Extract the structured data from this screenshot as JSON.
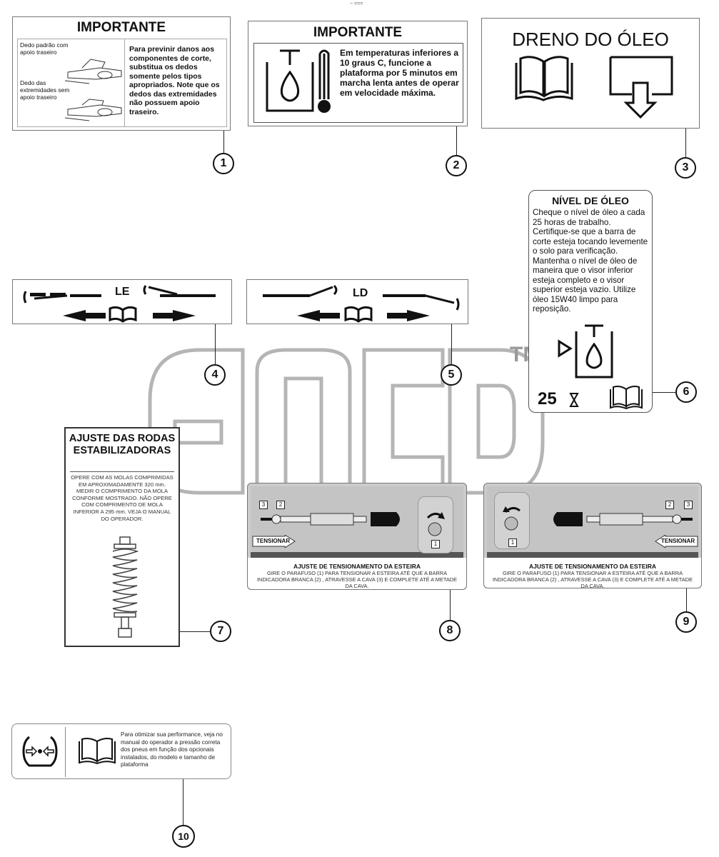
{
  "top_mark": "~ ===",
  "watermark": {
    "text": "ancp",
    "tm": "TM"
  },
  "label1": {
    "title": "IMPORTANTE",
    "caption_standard": "Dedo padrão com apoio traseiro",
    "caption_ends": "Dedo das extremidades sem apoio traseiro",
    "text": "Para previnir danos aos componentes de corte, substitua os dedos somente pelos tipos apropriados. Note que os dedos das extremidades não possuem apoio traseiro."
  },
  "label2": {
    "title": "IMPORTANTE",
    "text": "Em temperaturas inferiores a 10 graus C, funcione a plataforma por 5 minutos em marcha lenta antes de operar em velocidade máxima."
  },
  "label3": {
    "title": "DRENO DO ÓLEO"
  },
  "label4": {
    "text": "LE"
  },
  "label5": {
    "text": "LD"
  },
  "label6": {
    "title": "NÍVEL DE ÓLEO",
    "text": "Cheque o nível de óleo a cada 25 horas de trabalho. Certifique-se que a barra de corte esteja tocando levemente o solo  para verificação. Mantenha o nível de óleo de maneira que o visor inferior esteja completo e o visor superior esteja vazio. Utilize óleo 15W40 limpo para reposição.",
    "hours": "25"
  },
  "label7": {
    "title": "AJUSTE DAS RODAS ESTABILIZADORAS",
    "text": "OPERE COM AS MOLAS COMPRIMIDAS EM APROXIMADAMENTE 320 mm. MEDIR O COMPRIMENTO DA MOLA CONFORME MOSTRADO. NÃO OPERE COM COMPRIMENTO DE MOLA INFERIOR A 295 mm. VEJA O MANUAL DO OPERADOR."
  },
  "label8": {
    "tag3": "3",
    "tag2": "2",
    "tag1": "1",
    "arrow_label": "TENSIONAR",
    "title": "AJUSTE DE TENSIONAMENTO DA ESTEIRA",
    "text": "GIRE O PARAFUSO  (1)   PARA TENSIONAR A ESTEIRA ATÉ QUE A BARRA INDICADORA  BRANCA  (2) , ATRAVESSE A CAVA (3) E COMPLETE ATÉ A METADE DA CAVA."
  },
  "label9": {
    "tag3": "3",
    "tag2": "2",
    "tag1": "1",
    "arrow_label": "TENSIONAR",
    "title": "AJUSTE DE TENSIONAMENTO DA ESTEIRA",
    "text": "GIRE O PARAFUSO  (1)   PARA TENSIONAR A ESTEIRA ATÉ QUE A BARRA INDICADORA  BRANCA  (2) , ATRAVESSE A CAVA (3) E COMPLETE ATÉ A METADE DA CAVA."
  },
  "label10": {
    "text": "Para otimizar sua performance, veja no manual do operador a pressão correta dos pneus em função dos opcionais instalados, do modelo e tamanho de plataforma"
  },
  "callouts": [
    "1",
    "2",
    "3",
    "4",
    "5",
    "6",
    "7",
    "8",
    "9",
    "10"
  ]
}
